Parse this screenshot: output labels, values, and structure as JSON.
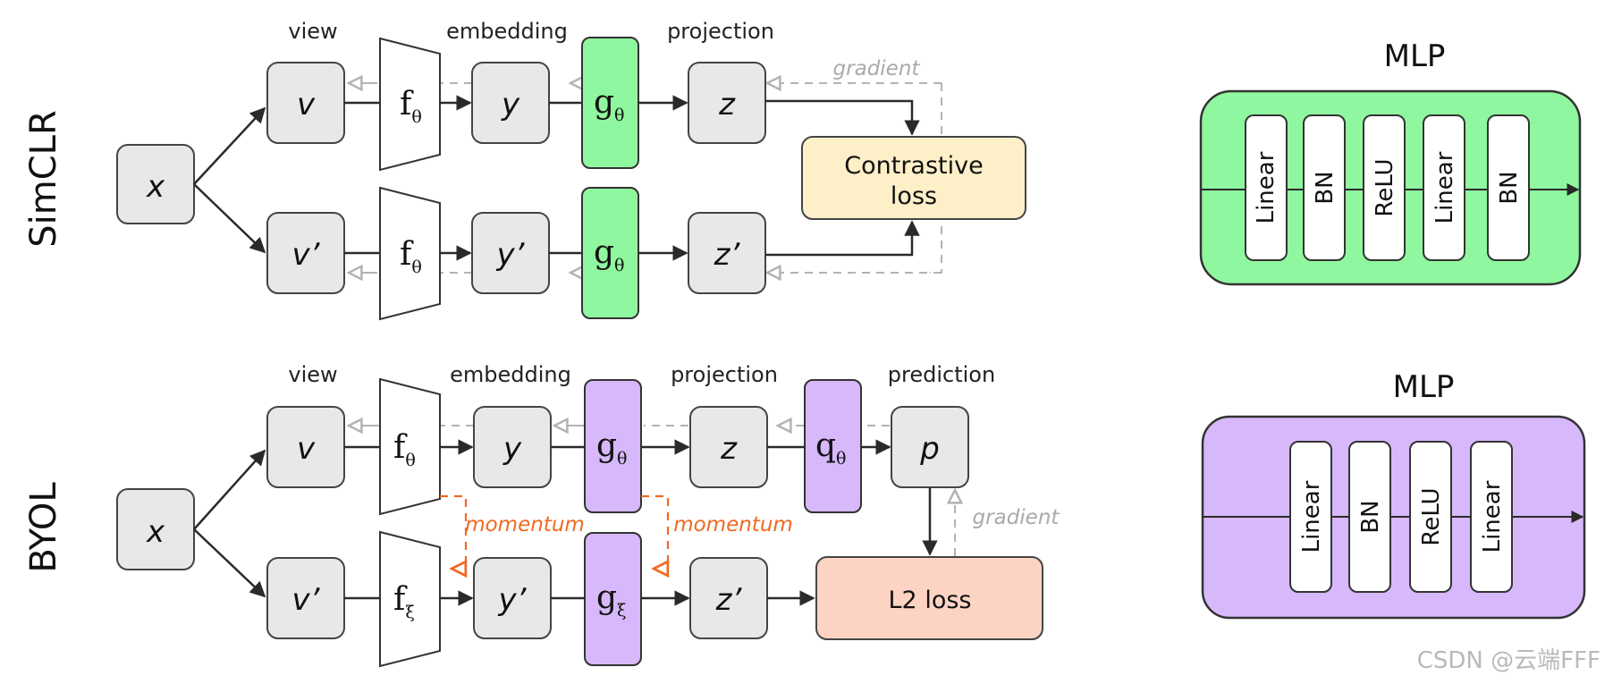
{
  "simclr": {
    "title": "SimCLR",
    "headers": {
      "view": "view",
      "embedding": "embedding",
      "projection": "projection"
    },
    "input": "x",
    "views": [
      "v",
      "v’"
    ],
    "encoder": "f",
    "encoder_sub": "θ",
    "embeddings": [
      "y",
      "y’"
    ],
    "projector": "g",
    "projector_sub": "θ",
    "projections": [
      "z",
      "z’"
    ],
    "gradient": "gradient",
    "loss_line1": "Contrastive",
    "loss_line2": "loss"
  },
  "byol": {
    "title": "BYOL",
    "headers": {
      "view": "view",
      "embedding": "embedding",
      "projection": "projection",
      "prediction": "prediction"
    },
    "input": "x",
    "views": [
      "v",
      "v’"
    ],
    "encoder": "f",
    "encoder_sub_online": "θ",
    "encoder_sub_target": "ξ",
    "embeddings": [
      "y",
      "y’"
    ],
    "projector": "g",
    "projector_sub_online": "θ",
    "projector_sub_target": "ξ",
    "projections": [
      "z",
      "z’"
    ],
    "predictor": "q",
    "predictor_sub": "θ",
    "prediction_output": "p",
    "momentum_1": "momentum",
    "momentum_2": "momentum",
    "gradient": "gradient",
    "loss": "L2 loss"
  },
  "mlp_simclr": {
    "title": "MLP",
    "layers": [
      "Linear",
      "BN",
      "ReLU",
      "Linear",
      "BN"
    ]
  },
  "mlp_byol": {
    "title": "MLP",
    "layers": [
      "Linear",
      "BN",
      "ReLU",
      "Linear"
    ]
  },
  "colors": {
    "green": "#8ff79f",
    "purple": "#d7b8fb",
    "gray_box": "#e6e8ea",
    "loss_yellow": "#fdefc7",
    "loss_pink": "#fdd3c4",
    "momentum": "#ef6a22",
    "gradient": "#b3b3b3"
  },
  "watermark": "CSDN @云端FFF"
}
